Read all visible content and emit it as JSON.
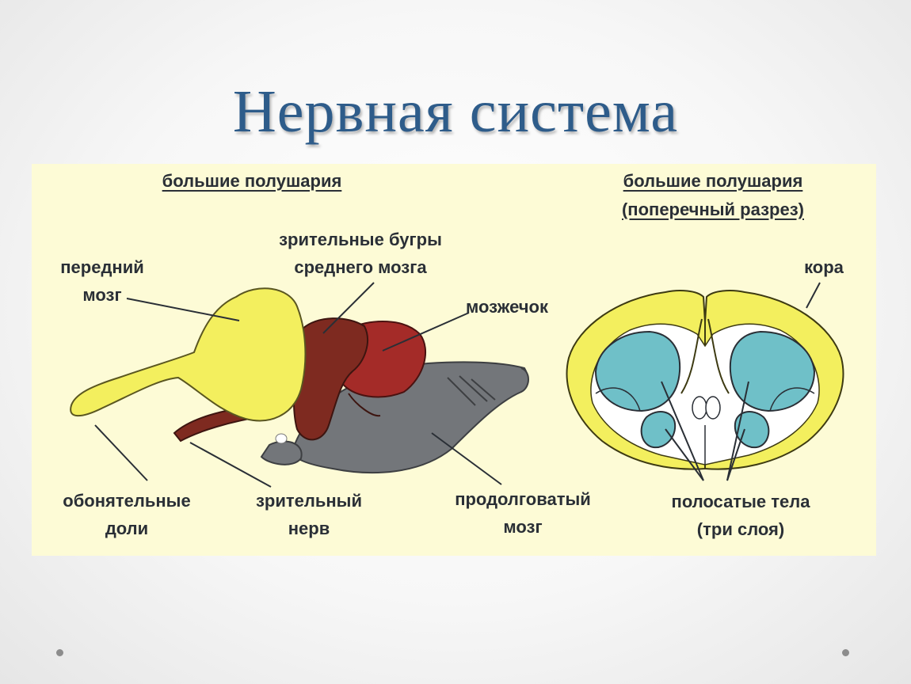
{
  "slide": {
    "title": "Нервная система"
  },
  "diagram": {
    "left_heading": "большие полушария",
    "right_heading_line1": "большие полушария",
    "right_heading_line2": "(поперечный разрез)",
    "labels": {
      "forebrain": [
        "передний",
        "мозг"
      ],
      "optic_lobes": [
        "зрительные бугры",
        "среднего мозга"
      ],
      "cerebellum": "мозжечок",
      "olfactory_lobes": [
        "обонятельные",
        "доли"
      ],
      "optic_nerve": [
        "зрительный",
        "нерв"
      ],
      "medulla": [
        "продолговатый",
        "мозг"
      ],
      "cortex": "кора",
      "striate_bodies": [
        "полосатые тела",
        "(три слоя)"
      ]
    },
    "colors": {
      "forebrain": "#f3ef5e",
      "midbrain": "#7e2a20",
      "cerebellum": "#a42b28",
      "medulla": "#73767a",
      "striatum": "#6fc0c8",
      "panel_bg": "#fdfbd6",
      "title": "#2e5c8a"
    }
  }
}
